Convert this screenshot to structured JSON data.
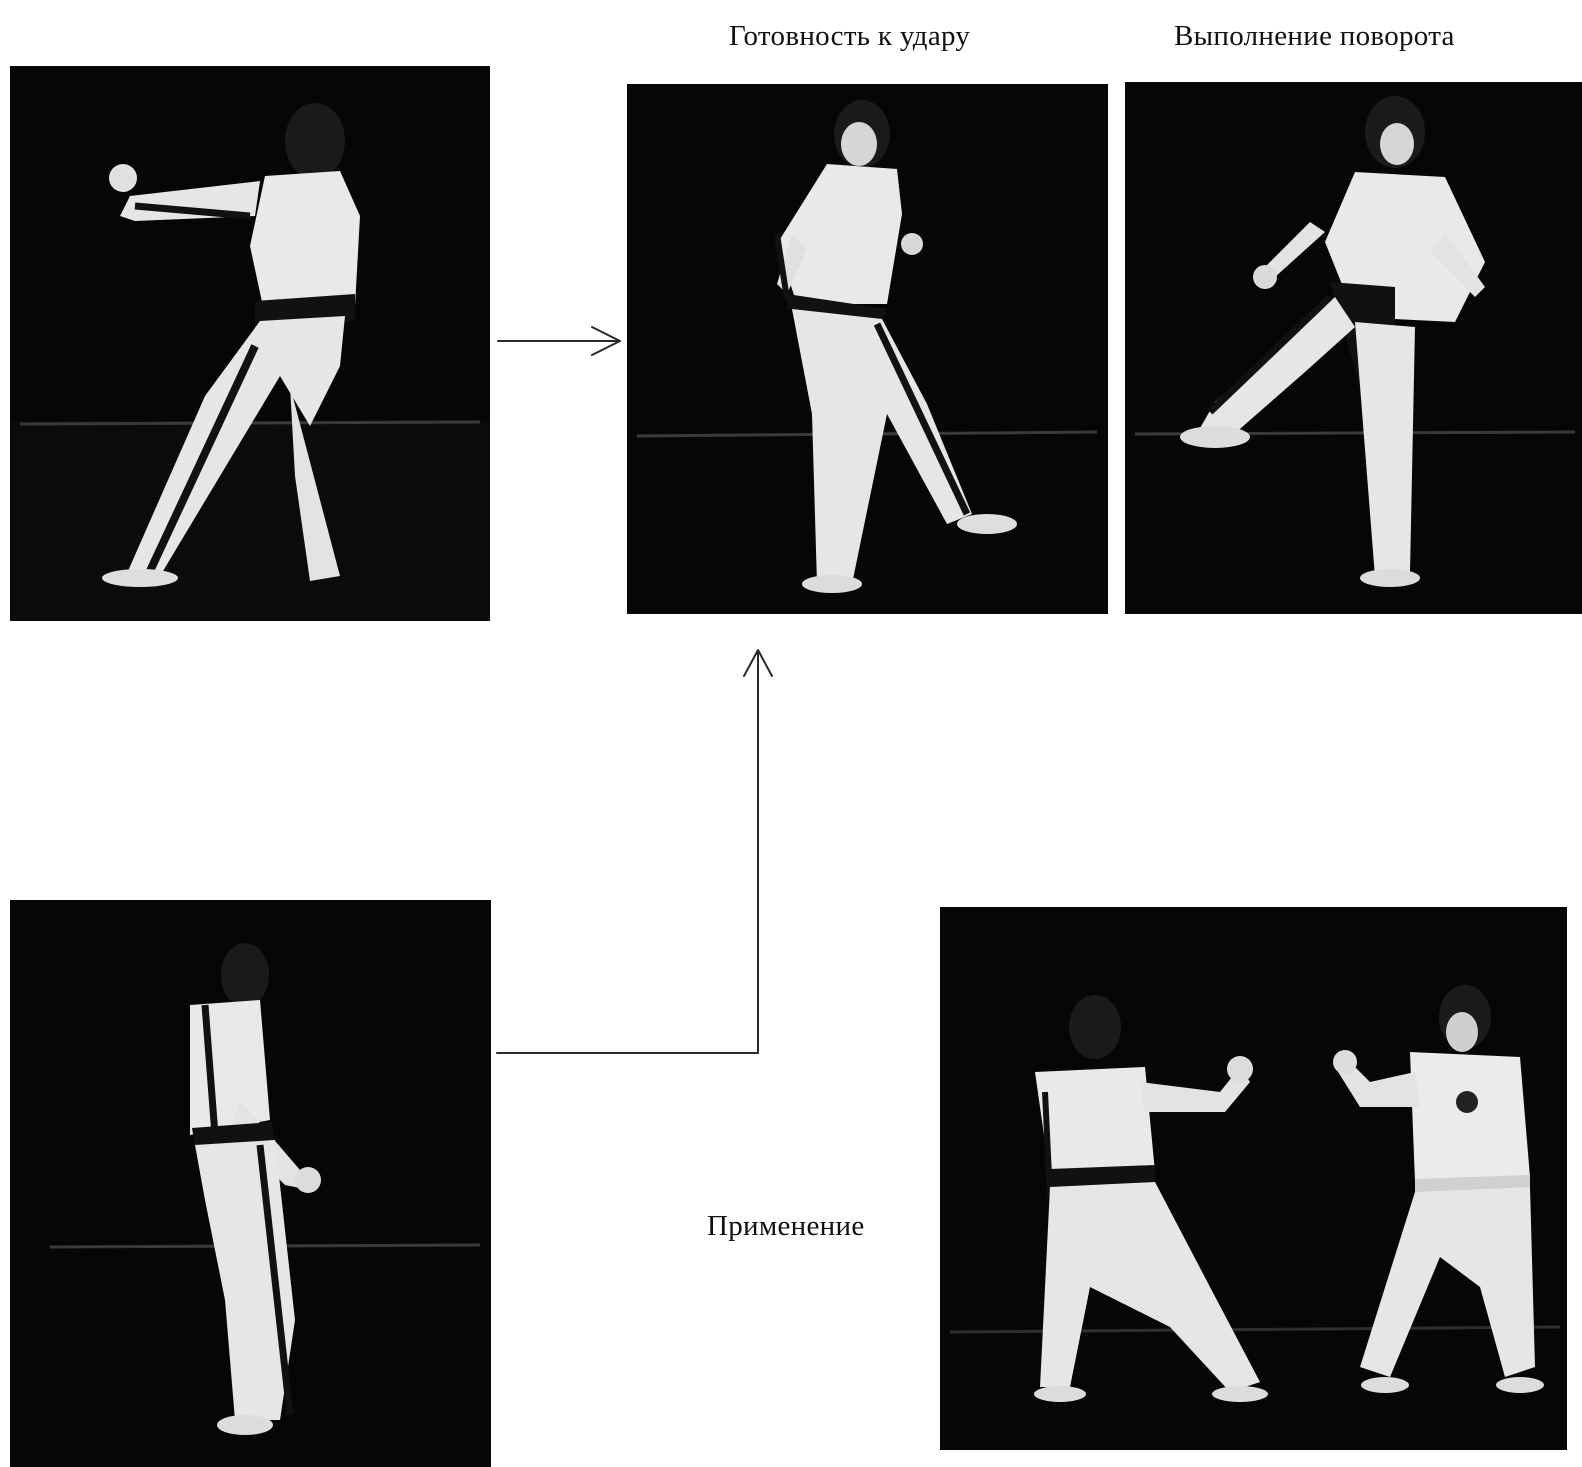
{
  "captions": {
    "ready": "Готовность  к удару",
    "turn": "Выполнение поворота",
    "application": "Применение"
  },
  "photos": [
    {
      "name": "photo-guard-stance-back",
      "icon": "martial-artist-back-kick-chamber"
    },
    {
      "name": "photo-ready-to-strike",
      "icon": "martial-artist-knee-raise"
    },
    {
      "name": "photo-turn-execution",
      "icon": "martial-artist-high-kick"
    },
    {
      "name": "photo-starting-stance",
      "icon": "martial-artist-side-stance"
    },
    {
      "name": "photo-application",
      "icon": "two-martial-artists-sparring"
    }
  ],
  "colors": {
    "background": "#ffffff",
    "photo": "#060606",
    "uniform": "#e9e9e9",
    "stripe": "#111111"
  }
}
